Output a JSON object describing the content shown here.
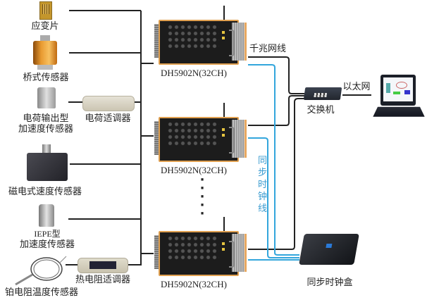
{
  "sensors": [
    {
      "id": "strain-gauge",
      "label": "应变片"
    },
    {
      "id": "bridge-sensor",
      "label": "桥式传感器"
    },
    {
      "id": "charge-accelerometer",
      "label_lines": [
        "电荷输出型",
        "加速度传感器"
      ]
    },
    {
      "id": "magnetoelectric-velocity-sensor",
      "label": "磁电式速度传感器"
    },
    {
      "id": "iepe-accelerometer",
      "label_lines": [
        "IEPE型",
        "加速度传感器"
      ]
    },
    {
      "id": "platinum-rtd-sensor",
      "label": "铂电阻温度传感器"
    }
  ],
  "conditioners": [
    {
      "id": "charge-conditioner",
      "label": "电荷适调器"
    },
    {
      "id": "rtd-conditioner",
      "label": "热电阻适调器"
    }
  ],
  "daq_units": [
    {
      "label": "DH5902N(32CH)"
    },
    {
      "label": "DH5902N(32CH)"
    },
    {
      "label": "DH5902N(32CH)"
    }
  ],
  "ellipsis": "⋮",
  "network": {
    "gigabit_cable_label": "千兆网线",
    "switch_label": "交换机",
    "ethernet_label": "以太网",
    "sync_cable_label_chars": [
      "同",
      "步",
      "时",
      "钟",
      "线"
    ],
    "sync_box_label": "同步时钟盒"
  },
  "colors": {
    "wire": "#222222",
    "sync_wire": "#33a6dc",
    "sync_text": "#3a9bd0",
    "daq_trim": "#e0a050"
  }
}
